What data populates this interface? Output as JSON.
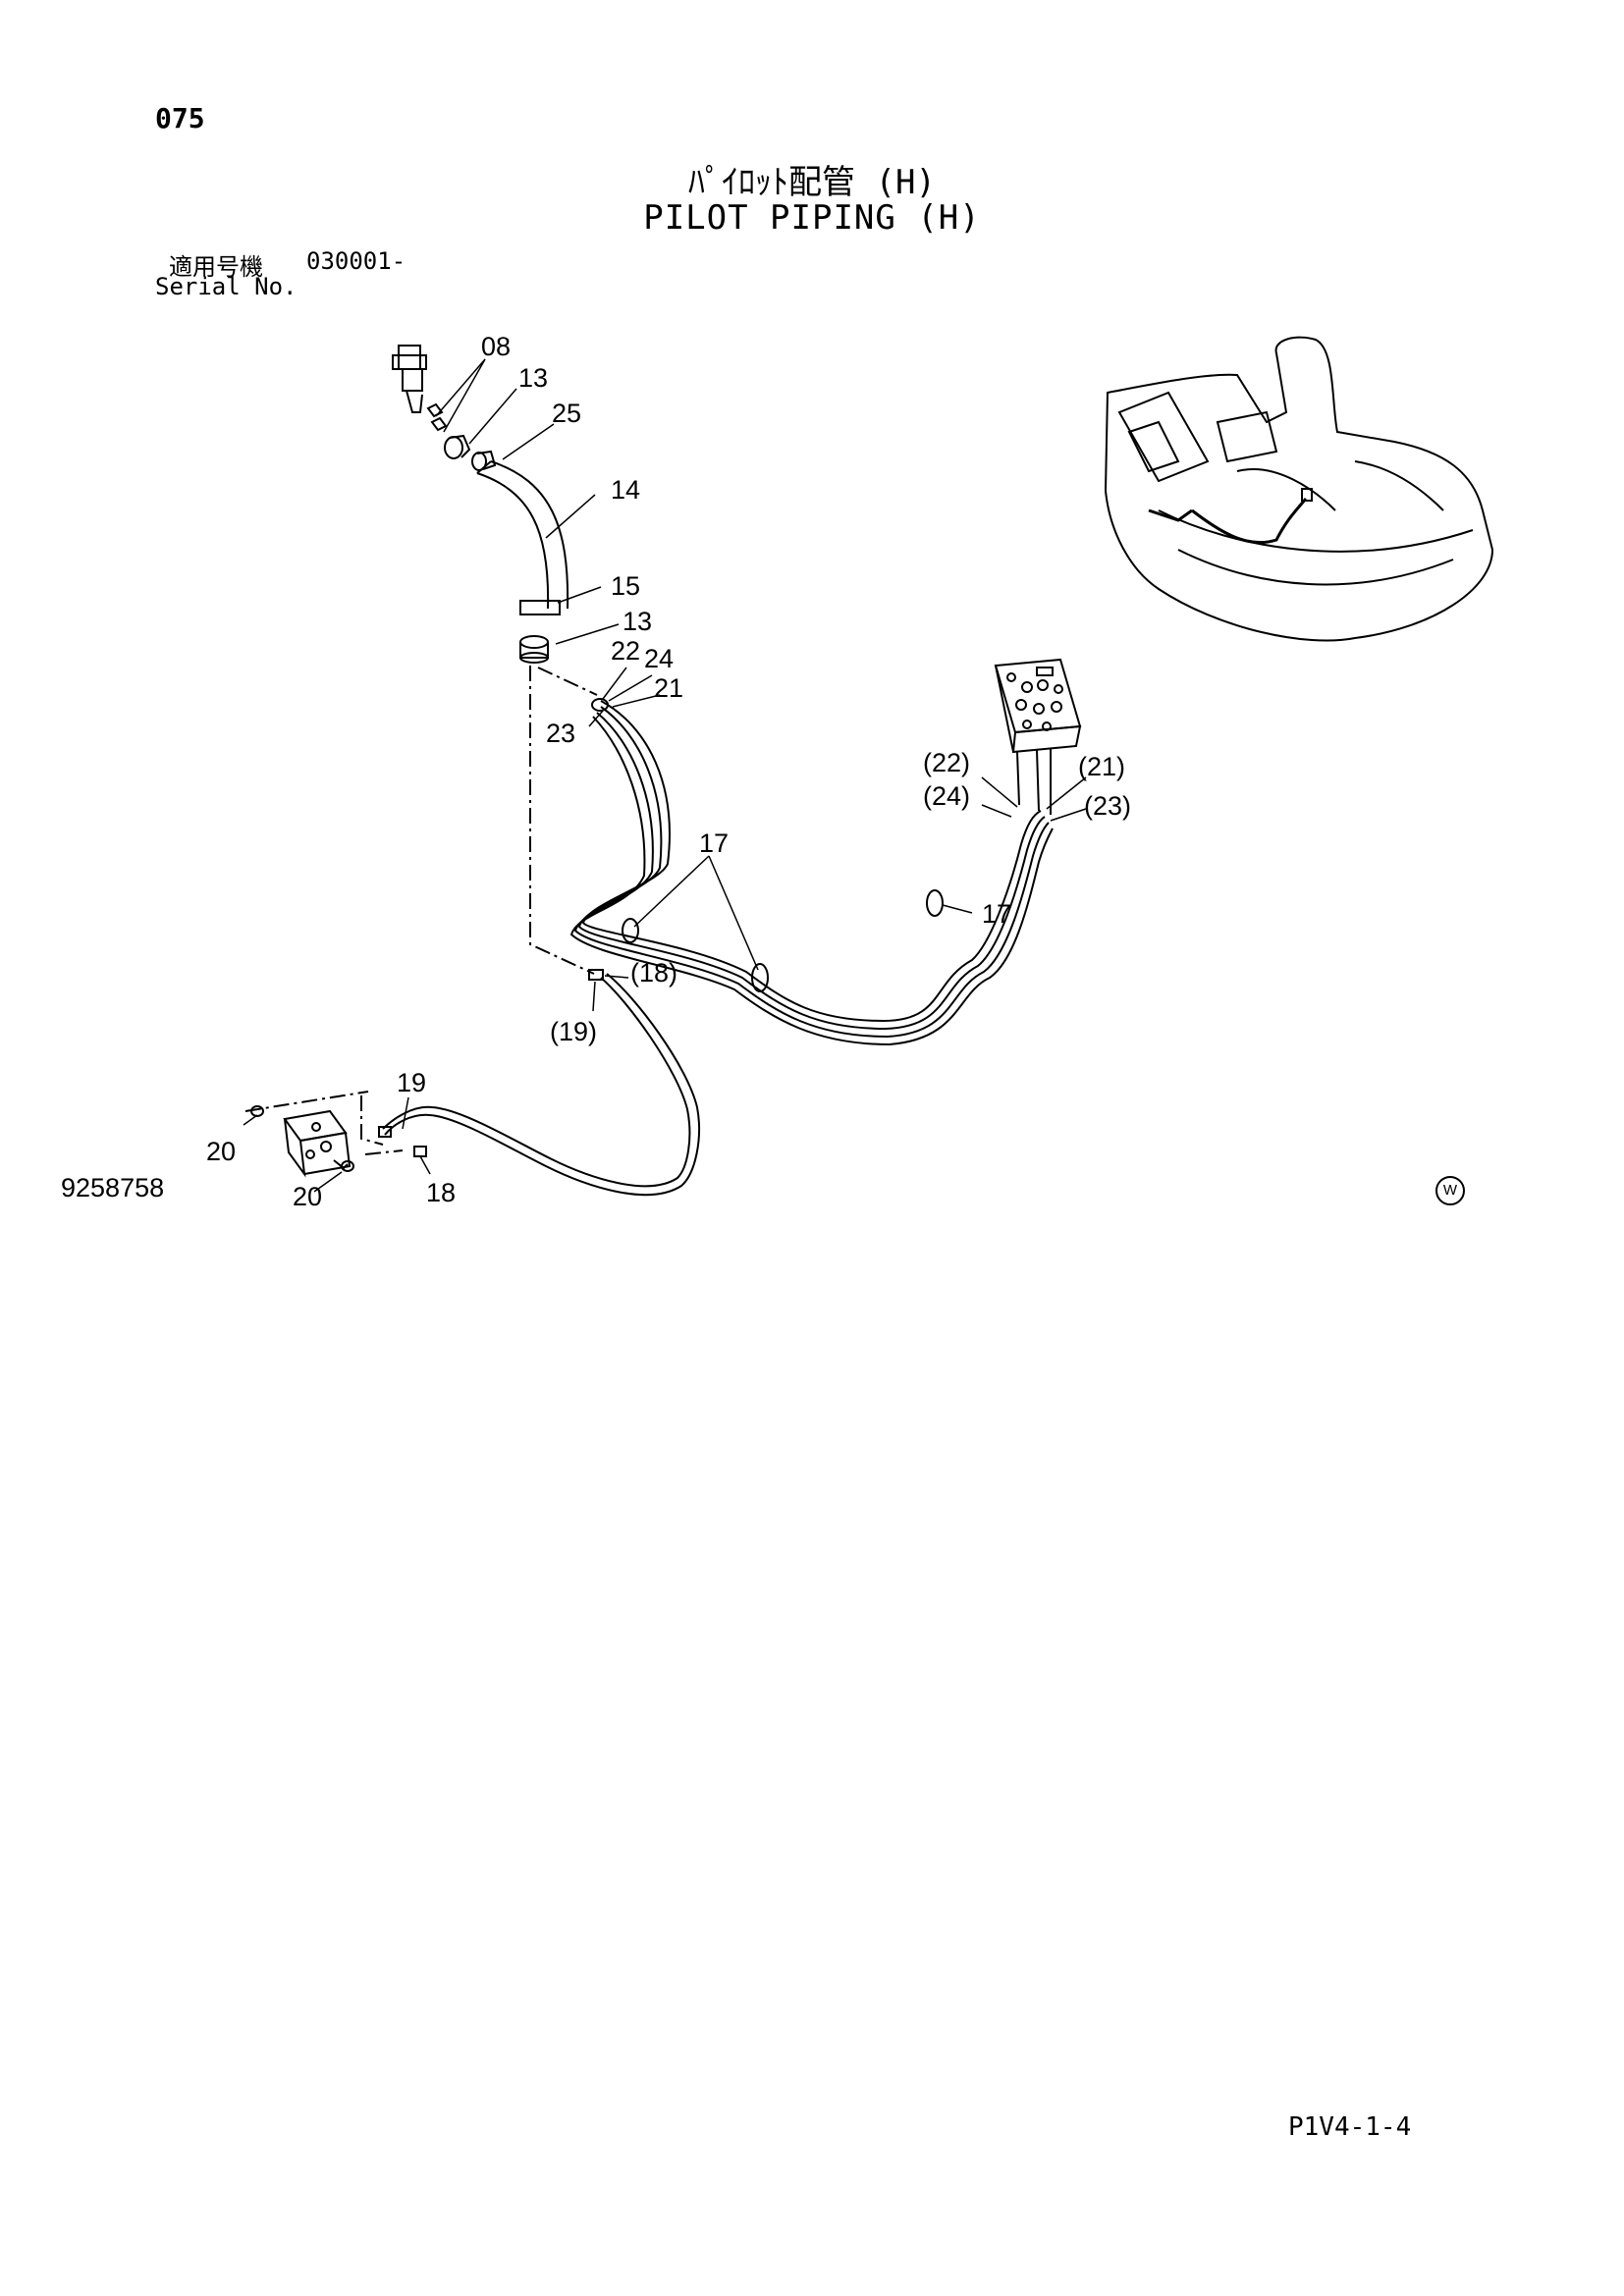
{
  "page_number": "075",
  "title_jp": "ﾊﾟｲﾛｯﾄ配管 (H)",
  "title_en": "PILOT PIPING (H)",
  "serial": {
    "label_jp": "適用号機",
    "value": "030001-",
    "label_en": "Serial No."
  },
  "drawing_number": "9258758",
  "footer_code": "P1V4-1-4",
  "watermark_symbol": "W",
  "callouts": {
    "c08": "08",
    "c13a": "13",
    "c25": "25",
    "c14": "14",
    "c15": "15",
    "c13b": "13",
    "c22": "22",
    "c24": "24",
    "c21": "21",
    "c23": "23",
    "c17a": "17",
    "c17b": "17",
    "c18p": "(18)",
    "c19p": "(19)",
    "c22p": "(22)",
    "c24p": "(24)",
    "c21p": "(21)",
    "c23p": "(23)",
    "c19": "19",
    "c20a": "20",
    "c20b": "20",
    "c18": "18"
  }
}
